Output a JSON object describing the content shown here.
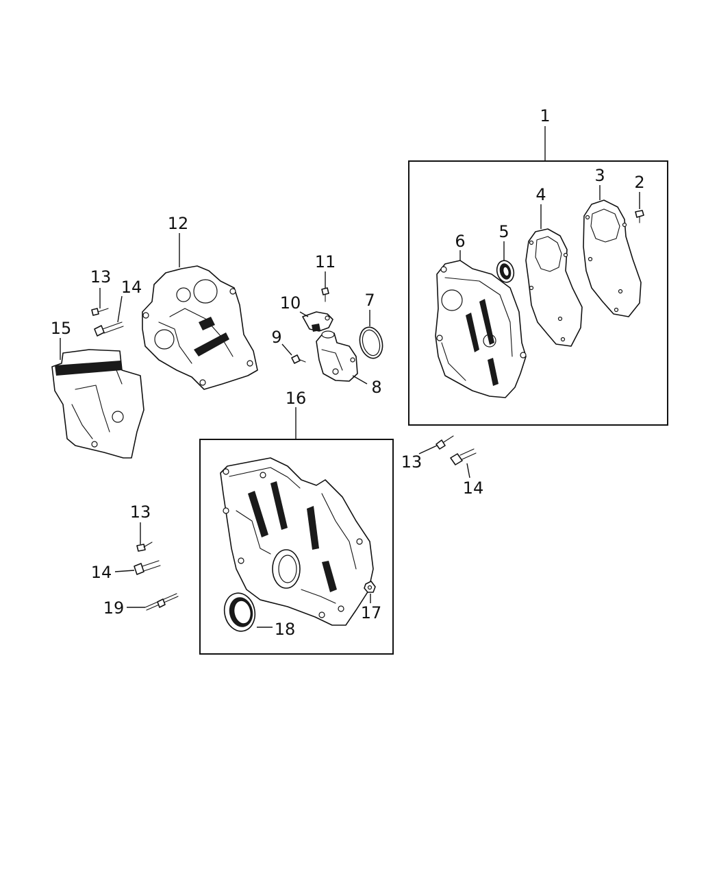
{
  "callouts": {
    "c1": "1",
    "c2": "2",
    "c3": "3",
    "c4": "4",
    "c5": "5",
    "c6": "6",
    "c7": "7",
    "c8": "8",
    "c9": "9",
    "c10": "10",
    "c11": "11",
    "c12": "12",
    "c13a": "13",
    "c14a": "14",
    "c15": "15",
    "c16": "16",
    "c13b": "13",
    "c14b": "14",
    "c13c": "13",
    "c14c": "14",
    "c17": "17",
    "c18": "18",
    "c19": "19"
  }
}
